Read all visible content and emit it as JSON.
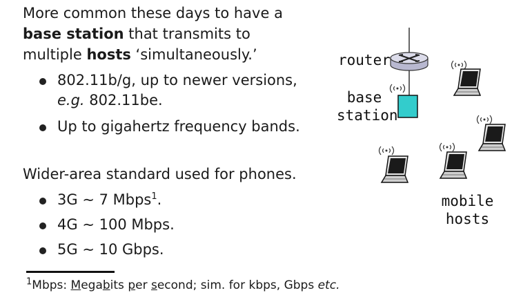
{
  "intro": {
    "part1": "More common these days to have a ",
    "bold1": "base station",
    "part2": " that transmits to multiple ",
    "bold2": "hosts",
    "part3": " ‘simultaneously.’"
  },
  "wifi_bullets": [
    {
      "main": "802.11b/g, up to newer versions,",
      "italic": "e.g.",
      "rest": " 802.11be."
    },
    {
      "main": "Up to gigahertz frequency bands."
    }
  ],
  "wide_area": "Wider-area standard used for phones.",
  "phone_bullets": [
    {
      "gen": "3G",
      "sep": " ∼ ",
      "rate": "7 Mbps",
      "sup": "1",
      "end": "."
    },
    {
      "gen": "4G",
      "sep": " ∼ ",
      "rate": "100 Mbps",
      "sup": "",
      "end": "."
    },
    {
      "gen": "5G",
      "sep": " ∼ ",
      "rate": "10 Gbps",
      "sup": "",
      "end": "."
    }
  ],
  "footnote": {
    "mark": "1",
    "prefix": "Mbps: ",
    "m": "M",
    "ega": "ega",
    "b": "b",
    "its": "its ",
    "p": "p",
    "er": "er ",
    "s": "s",
    "econd": "econd; sim. for kbps, Gbps ",
    "etc": "etc."
  },
  "diagram": {
    "router_label": "router",
    "base_label_line1": "base",
    "base_label_line2": "station",
    "mobile_label_line1": "mobile",
    "mobile_label_line2": "hosts",
    "colors": {
      "base_station": "#33cccc",
      "router": "#c8c8dc",
      "laptop": "#1a1a1a"
    }
  }
}
